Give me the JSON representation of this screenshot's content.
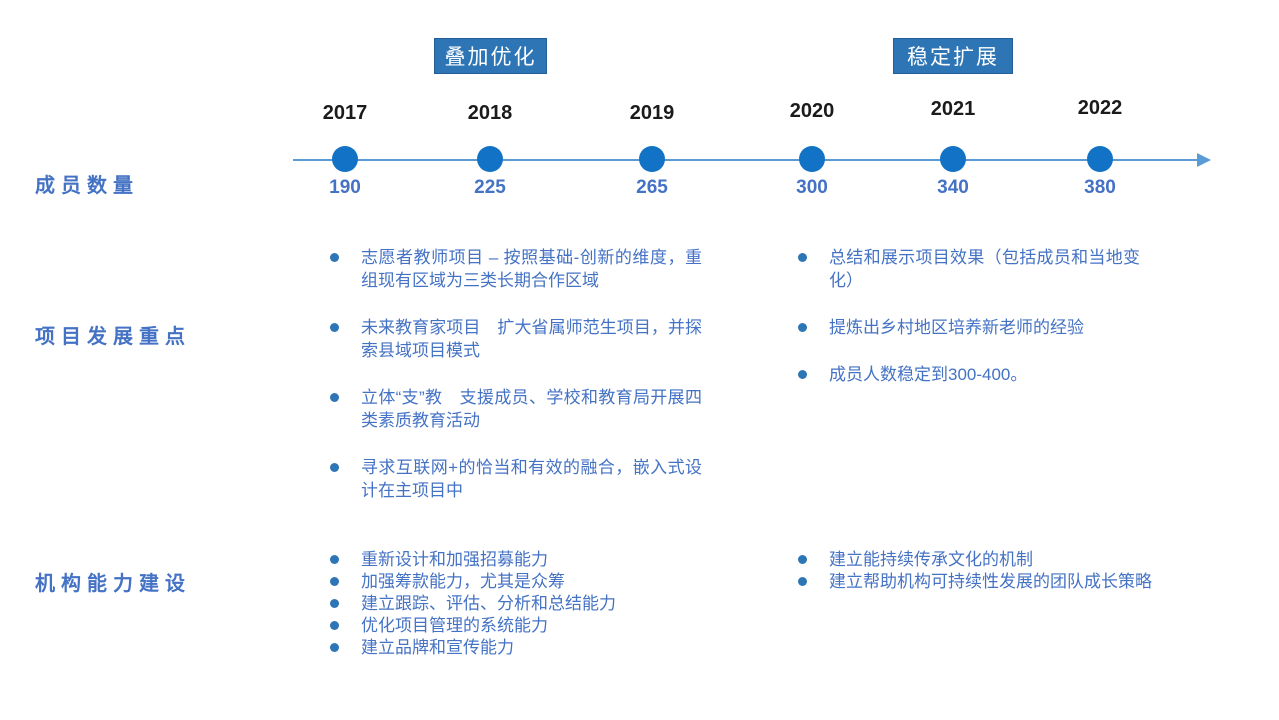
{
  "phases": [
    {
      "label": "叠加优化"
    },
    {
      "label": "稳定扩展"
    }
  ],
  "timeline": {
    "nodes": [
      {
        "year": "2017",
        "count": "190"
      },
      {
        "year": "2018",
        "count": "225"
      },
      {
        "year": "2019",
        "count": "265"
      },
      {
        "year": "2020",
        "count": "300"
      },
      {
        "year": "2021",
        "count": "340"
      },
      {
        "year": "2022",
        "count": "380"
      }
    ]
  },
  "rows": {
    "members": {
      "label": "成员数量"
    },
    "focus": {
      "label": "项目发展重点",
      "left_items": [
        "志愿者教师项目 – 按照基础-创新的维度，重组现有区域为三类长期合作区域",
        "未来教育家项目　扩大省属师范生项目，并探索县域项目模式",
        "立体“支”教　支援成员、学校和教育局开展四类素质教育活动",
        "寻求互联网+的恰当和有效的融合，嵌入式设计在主项目中"
      ],
      "right_items": [
        "总结和展示项目效果（包括成员和当地变化）",
        "提炼出乡村地区培养新老师的经验",
        "成员人数稳定到300-400。"
      ]
    },
    "capacity": {
      "label": "机构能力建设",
      "left_items": [
        "重新设计和加强招募能力",
        "加强筹款能力，尤其是众筹",
        "建立跟踪、评估、分析和总结能力",
        "优化项目管理的系统能力",
        "建立品牌和宣传能力"
      ],
      "right_items": [
        "建立能持续传承文化的机制",
        "建立帮助机构可持续性发展的团队成长策略"
      ]
    }
  },
  "colors": {
    "banner_bg": "#2E75B6",
    "banner_border": "#255E94",
    "timeline_line": "#5B9BD5",
    "timeline_dot": "#1272C6",
    "text_blue": "#4472C4",
    "year_black": "#1b1b1b",
    "bullet_blue": "#2E75B6"
  }
}
